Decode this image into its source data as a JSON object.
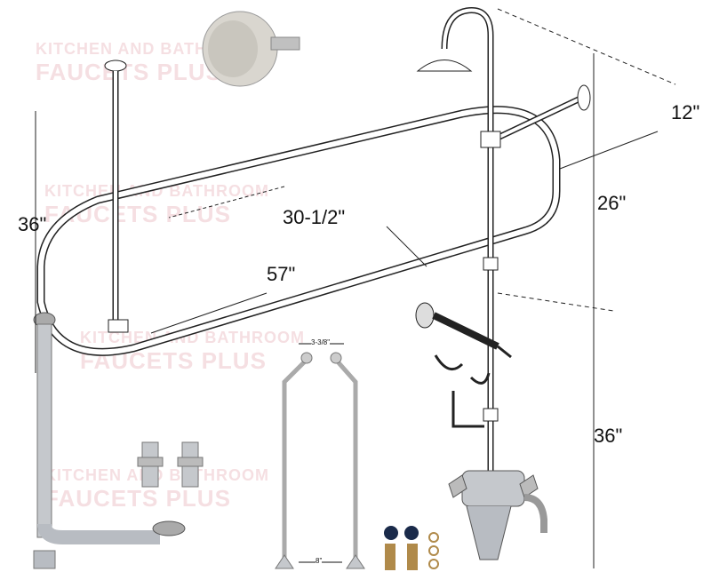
{
  "watermark": {
    "line1": "KITCHEN AND BATHROOM",
    "line2": "FAUCETS PLUS"
  },
  "dimensions": {
    "rod_height_left": "36\"",
    "ring_width": "30-1/2\"",
    "ring_length": "57\"",
    "wall_offset": "12\"",
    "riser_upper": "26\"",
    "riser_lower": "36\"",
    "supply_top_spacing": "3-3/8\"",
    "supply_bottom_spacing": "8\""
  },
  "colors": {
    "line": "#222222",
    "chrome": "#b8bcc2",
    "brass": "#b08a4a",
    "washer": "#1a2a4a"
  }
}
